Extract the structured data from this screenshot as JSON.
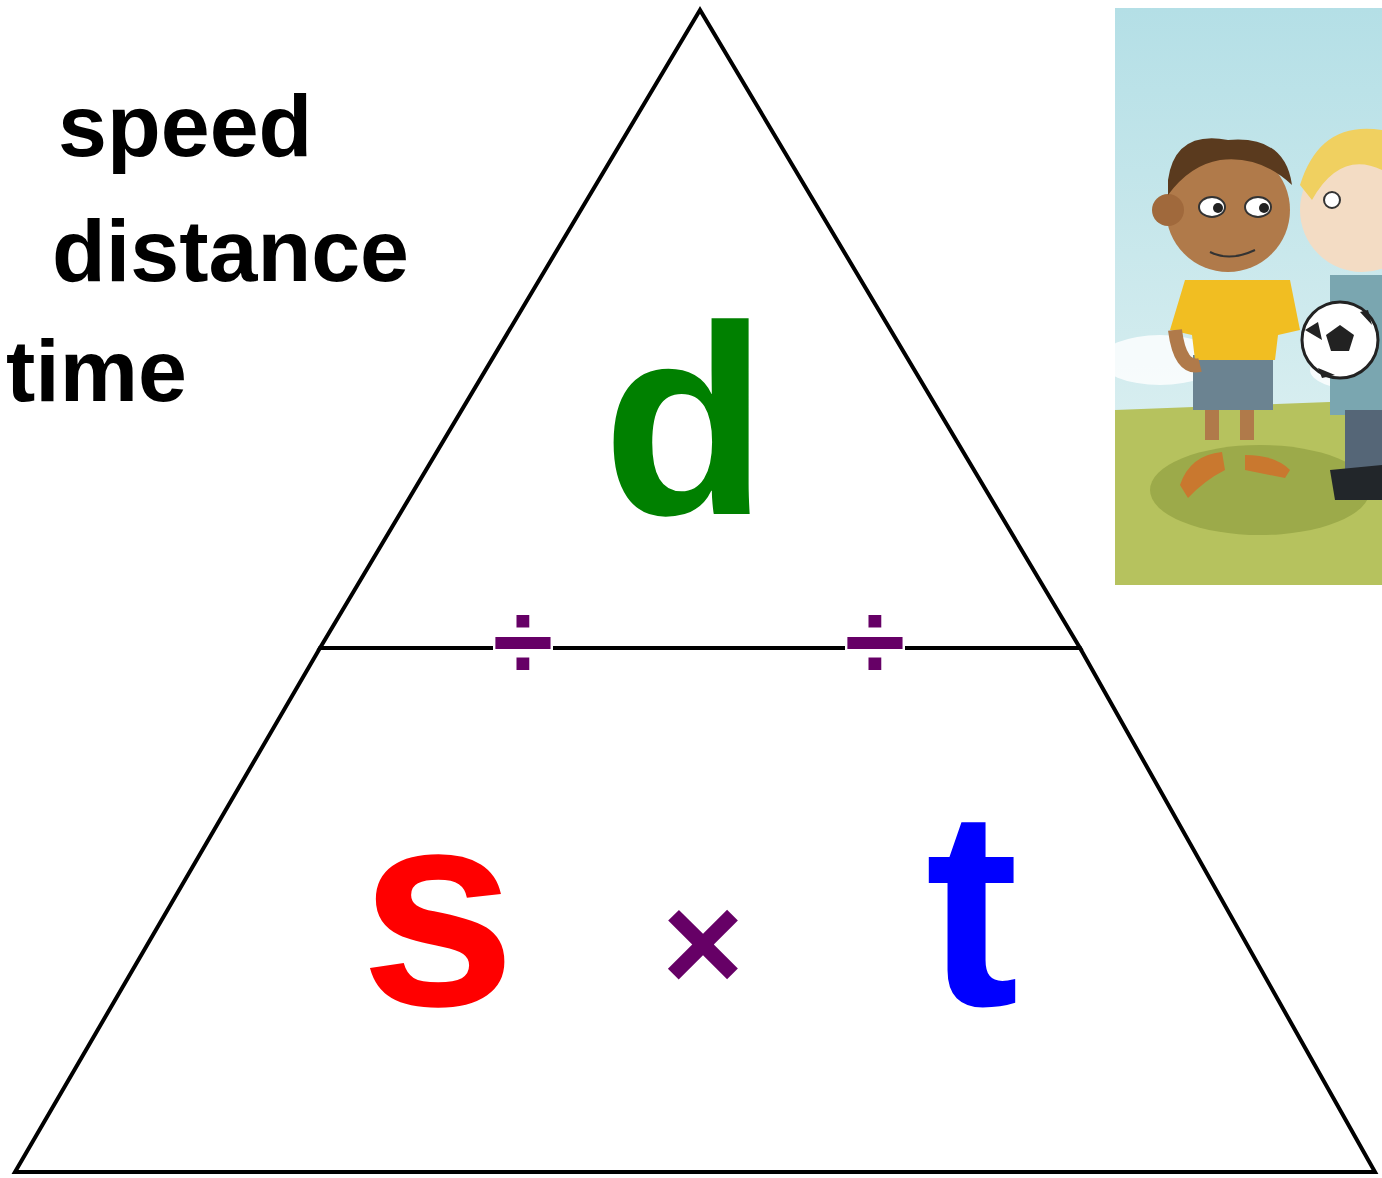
{
  "diagram": {
    "nodes": [
      {
        "text": [
          "d"
        ]
      },
      {
        "text": [
          "s",
          "×",
          "t"
        ]
      }
    ],
    "labels": [
      "speed",
      "distance",
      "time",
      "÷",
      "÷"
    ]
  }
}
